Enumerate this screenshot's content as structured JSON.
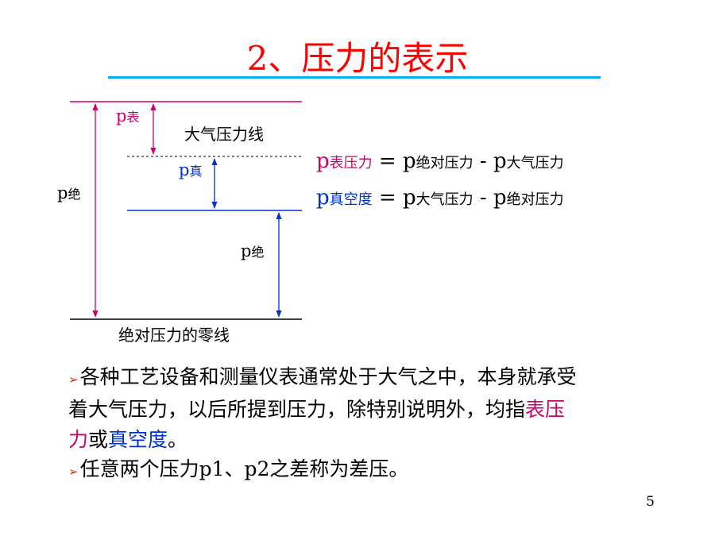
{
  "slide": {
    "title": "2、压力的表示",
    "page_number": "5"
  },
  "diagram": {
    "p_gauge": {
      "p": "p",
      "sub": "表"
    },
    "p_vacuum": {
      "p": "p",
      "sub": "真"
    },
    "p_abs_left": {
      "p": "p",
      "sub": "绝"
    },
    "p_abs_right": {
      "p": "p",
      "sub": "绝"
    },
    "atm_line_label": "大气压力线",
    "zero_line_label": "绝对压力的零线"
  },
  "formulas": [
    {
      "lhs_p": "p",
      "lhs_sub": "表压力",
      "eq": " = ",
      "a_p": "p",
      "a_sub": "绝对压力",
      "minus": " - ",
      "b_p": "p",
      "b_sub": "大气压力"
    },
    {
      "lhs_p": "p",
      "lhs_sub": "真空度",
      "eq": " = ",
      "a_p": "p",
      "a_sub": "大气压力",
      "minus": " - ",
      "b_p": "p",
      "b_sub": "绝对压力"
    }
  ],
  "bullets": {
    "b1_part1": "各种工艺设备和测量仪表通常处于大气之中，本身就承受",
    "b1_part2": "着大气压力，以后所提到压力，除特别说明外，均指",
    "b1_hl1a": "表压",
    "b1_hl1b": "力",
    "b1_mid": "或",
    "b1_hl2": "真空度",
    "b1_end": "。",
    "b2": "任意两个压力p1、p2之差称为差压。",
    "marker": "➢"
  },
  "colors": {
    "title": "#ff0000",
    "rule": "#00b0f0",
    "gauge": "#cc0066",
    "vacuum": "#0033cc"
  }
}
